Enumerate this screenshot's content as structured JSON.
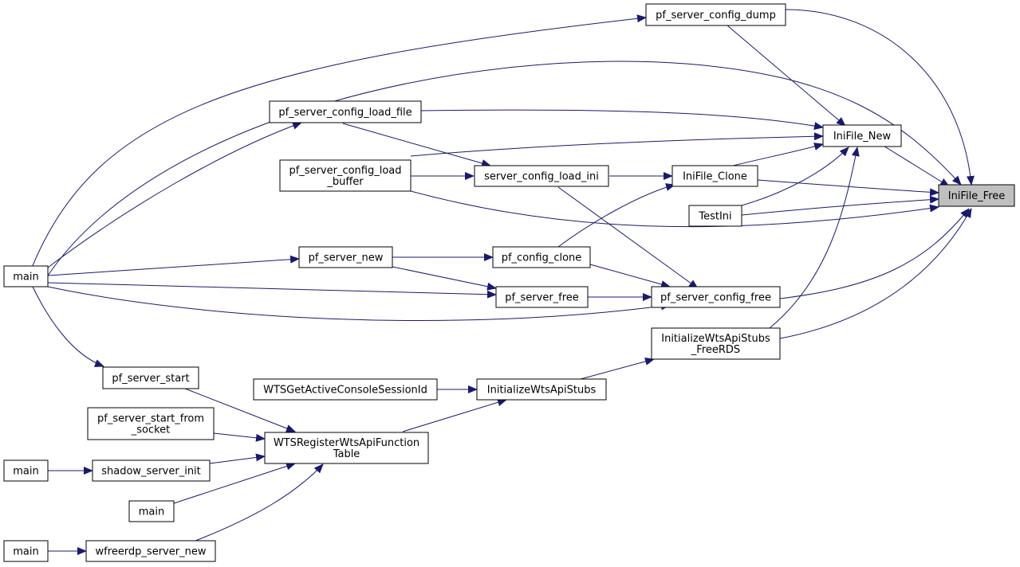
{
  "colors": {
    "edge": "#191970",
    "node_border": "#000000",
    "target_fill": "#bfbfbf",
    "node_fill": "#ffffff"
  },
  "nodes": {
    "inifile_free": {
      "lines": [
        "IniFile_Free"
      ]
    },
    "pf_server_config_dump": {
      "lines": [
        "pf_server_config_dump"
      ]
    },
    "pf_server_config_load_file": {
      "lines": [
        "pf_server_config_load_file"
      ]
    },
    "inifile_new": {
      "lines": [
        "IniFile_New"
      ]
    },
    "pf_server_config_load_buffer": {
      "lines": [
        "pf_server_config_load",
        "_buffer"
      ]
    },
    "server_config_load_ini": {
      "lines": [
        "server_config_load_ini"
      ]
    },
    "inifile_clone": {
      "lines": [
        "IniFile_Clone"
      ]
    },
    "testini": {
      "lines": [
        "TestIni"
      ]
    },
    "main_1": {
      "lines": [
        "main"
      ]
    },
    "pf_server_new": {
      "lines": [
        "pf_server_new"
      ]
    },
    "pf_config_clone": {
      "lines": [
        "pf_config_clone"
      ]
    },
    "pf_server_free": {
      "lines": [
        "pf_server_free"
      ]
    },
    "pf_server_config_free": {
      "lines": [
        "pf_server_config_free"
      ]
    },
    "initializewtsapistubs_freerds": {
      "lines": [
        "InitializeWtsApiStubs",
        "_FreeRDS"
      ]
    },
    "pf_server_start": {
      "lines": [
        "pf_server_start"
      ]
    },
    "wtsgetactiveconsolesessionid": {
      "lines": [
        "WTSGetActiveConsoleSessionId"
      ]
    },
    "initializewtsapistubs": {
      "lines": [
        "InitializeWtsApiStubs"
      ]
    },
    "pf_server_start_from_socket": {
      "lines": [
        "pf_server_start_from",
        "_socket"
      ]
    },
    "wtsregisterwtsapifunctiontable": {
      "lines": [
        "WTSRegisterWtsApiFunction",
        "Table"
      ]
    },
    "main_2": {
      "lines": [
        "main"
      ]
    },
    "shadow_server_init": {
      "lines": [
        "shadow_server_init"
      ]
    },
    "main_3": {
      "lines": [
        "main"
      ]
    },
    "main_4": {
      "lines": [
        "main"
      ]
    },
    "wfreerdp_server_new": {
      "lines": [
        "wfreerdp_server_new"
      ]
    }
  }
}
